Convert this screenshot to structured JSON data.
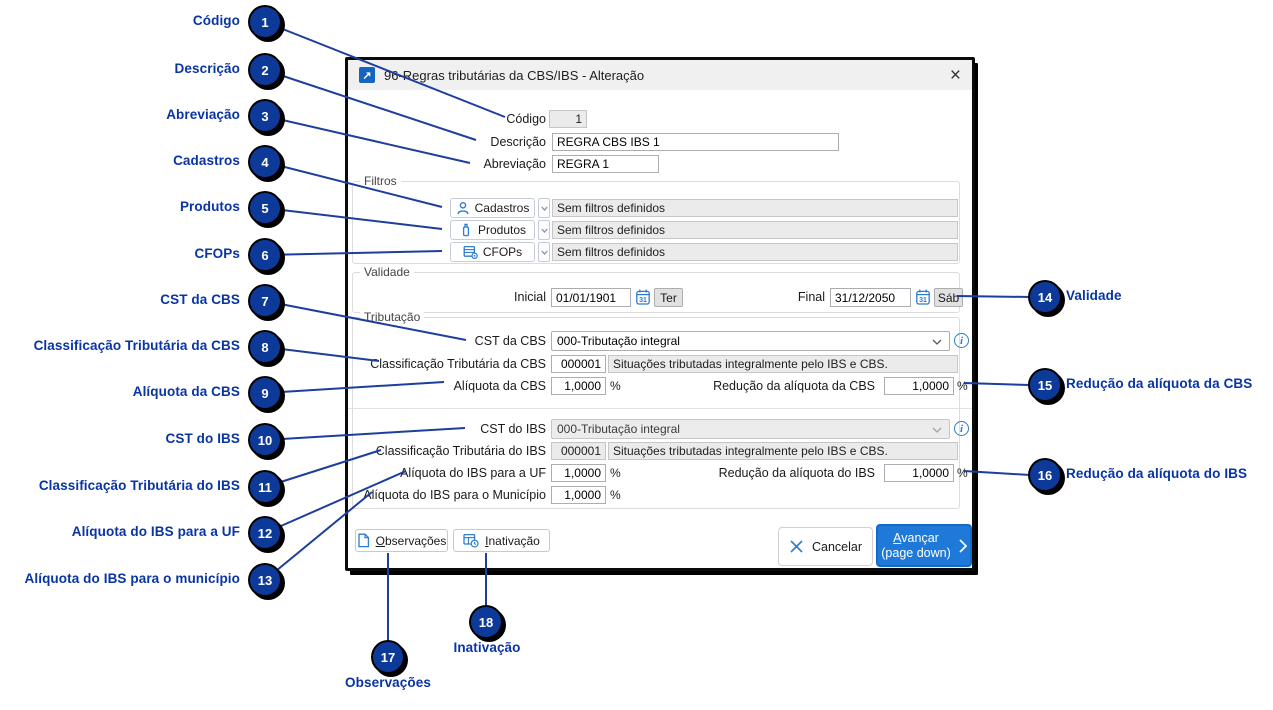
{
  "colors": {
    "accent_blue": "#2b7cd3",
    "avancar_blue": "#1e79d9",
    "callout_text_blue": "#0834a4",
    "badge_navy": "#0d3a99",
    "line_blue": "#1d3e9c",
    "titlebar_gray": "#f0f0f0",
    "readonly_gray": "#ebebeb"
  },
  "icons": {
    "title_arrow": "↗",
    "calendar_day": "31",
    "info_letter": "i"
  },
  "dialog": {
    "title": "96-Regras tributárias da CBS/IBS - Alteração",
    "close": "×"
  },
  "fields": {
    "codigo": {
      "label": "Código",
      "value": "1"
    },
    "descricao": {
      "label": "Descrição",
      "value": "REGRA CBS IBS 1"
    },
    "abreviacao": {
      "label": "Abreviação",
      "value": "REGRA 1"
    }
  },
  "filtros": {
    "legend": "Filtros",
    "rows": [
      {
        "button": "Cadastros",
        "icon": "person-icon",
        "value": "Sem filtros definidos"
      },
      {
        "button": "Produtos",
        "icon": "product-icon",
        "value": "Sem filtros definidos"
      },
      {
        "button": "CFOPs",
        "icon": "cfop-list-icon",
        "value": "Sem filtros definidos"
      }
    ]
  },
  "validade": {
    "legend": "Validade",
    "inicial": {
      "label": "Inicial",
      "value": "01/01/1901",
      "weekday": "Ter"
    },
    "final": {
      "label": "Final",
      "value": "31/12/2050",
      "weekday": "Sáb"
    }
  },
  "tributacao": {
    "legend": "Tributação",
    "cbs": {
      "cst": {
        "label": "CST da CBS",
        "value": "000-Tributação integral"
      },
      "classificacao": {
        "label": "Classificação Tributária da CBS",
        "code": "000001",
        "descricao": "Situações tributadas integralmente pelo IBS e CBS."
      },
      "aliquota": {
        "label": "Alíquota da CBS",
        "value": "1,0000",
        "unit": "%"
      },
      "reducao": {
        "label": "Redução da alíquota da CBS",
        "value": "1,0000",
        "unit": "%"
      }
    },
    "ibs": {
      "cst": {
        "label": "CST do IBS",
        "value": "000-Tributação integral"
      },
      "classificacao": {
        "label": "Classificação Tributária do IBS",
        "code": "000001",
        "descricao": "Situações tributadas integralmente pelo IBS e CBS."
      },
      "aliquota_uf": {
        "label": "Alíquota do IBS para a UF",
        "value": "1,0000",
        "unit": "%"
      },
      "reducao": {
        "label": "Redução da alíquota do IBS",
        "value": "1,0000",
        "unit": "%"
      },
      "aliquota_municipio": {
        "label": "Alíquota do IBS para o Município",
        "value": "1,0000",
        "unit": "%"
      }
    }
  },
  "footer": {
    "observacoes_accel": "O",
    "observacoes_rest": "bservações",
    "inativacao_accel": "I",
    "inativacao_rest": "nativação",
    "cancelar": "Cancelar",
    "avancar_accel": "A",
    "avancar_rest": "vançar",
    "avancar_sub": "(page down)"
  },
  "callouts": {
    "left": [
      {
        "num": "1",
        "label": "Código"
      },
      {
        "num": "2",
        "label": "Descrição"
      },
      {
        "num": "3",
        "label": "Abreviação"
      },
      {
        "num": "4",
        "label": "Cadastros"
      },
      {
        "num": "5",
        "label": "Produtos"
      },
      {
        "num": "6",
        "label": "CFOPs"
      },
      {
        "num": "7",
        "label": "CST da CBS"
      },
      {
        "num": "8",
        "label": "Classificação Tributária da CBS"
      },
      {
        "num": "9",
        "label": "Alíquota da CBS"
      },
      {
        "num": "10",
        "label": "CST do IBS"
      },
      {
        "num": "11",
        "label": "Classificação Tributária do IBS"
      },
      {
        "num": "12",
        "label": "Alíquota do IBS para a UF"
      },
      {
        "num": "13",
        "label": "Alíquota do IBS para o município"
      }
    ],
    "right": [
      {
        "num": "14",
        "label": "Validade"
      },
      {
        "num": "15",
        "label": "Redução da alíquota da CBS"
      },
      {
        "num": "16",
        "label": "Redução da alíquota do IBS"
      }
    ],
    "bottom": [
      {
        "num": "17",
        "label": "Observações"
      },
      {
        "num": "18",
        "label": "Inativação"
      }
    ]
  }
}
